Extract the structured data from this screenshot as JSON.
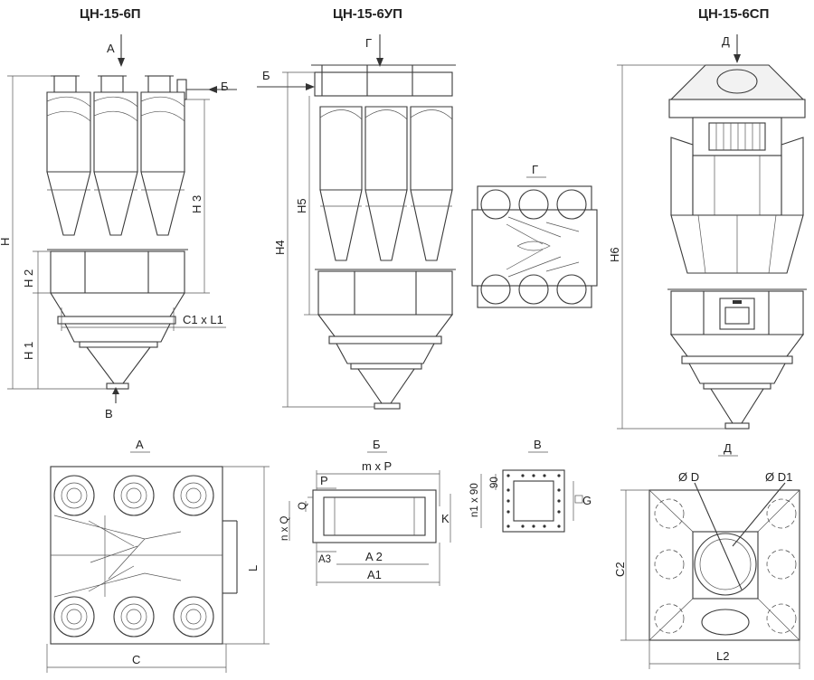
{
  "titles": {
    "t1": "ЦН-15-6П",
    "t2": "ЦН-15-6УП",
    "t3": "ЦН-15-6СП"
  },
  "views": {
    "a": "А",
    "b": "Б",
    "v": "В",
    "g": "Г",
    "d": "Д"
  },
  "dims": {
    "H": "H",
    "H1": "H 1",
    "H2": "H 2",
    "H3": "H 3",
    "H4": "H4",
    "H5": "H5",
    "H6": "H6",
    "C1L1": "C1 x L1",
    "C": "C",
    "L": "L",
    "C2": "C2",
    "L2": "L2",
    "mP": "m x P",
    "P": "P",
    "Q": "Q",
    "nQ": "n x Q",
    "K": "K",
    "A1": "A1",
    "A2": "A 2",
    "A3": "A3",
    "n90": "n1 x 90",
    "d90": "90",
    "G": "G",
    "D": "Ø D",
    "D1": "Ø D1"
  },
  "colors": {
    "line": "#3a3a3a",
    "text": "#222222"
  }
}
